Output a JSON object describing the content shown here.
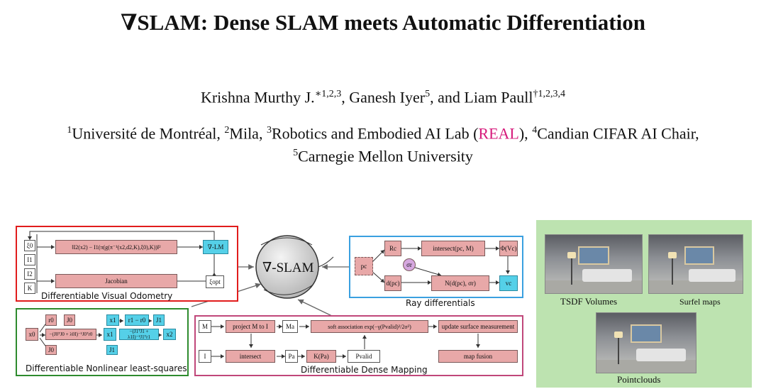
{
  "title": "∇SLAM: Dense SLAM meets Automatic Differentiation",
  "authors": {
    "a1_name": "Krishna Murthy J.",
    "a1_sup": "∗1,2,3",
    "sep1": ", Ganesh Iyer",
    "a2_sup": "5",
    "sep2": ", and Liam Paull",
    "a3_sup": "†1,2,3,4"
  },
  "affiliations": {
    "s1": "1",
    "t1": "Université de Montréal, ",
    "s2": "2",
    "t2": "Mila, ",
    "s3": "3",
    "t3": "Robotics and Embodied AI Lab (",
    "real": "REAL",
    "t3b": "), ",
    "s4": "4",
    "t4": "Candian CIFAR AI Chair,",
    "s5": "5",
    "t5": "Carnegie Mellon University"
  },
  "figure": {
    "center_label": "∇-SLAM",
    "vo": {
      "caption": "Differentiable Visual Odometry",
      "inputs": [
        "ξ0",
        "I1",
        "I2",
        "K"
      ],
      "loss": "‖I2(x2) − I1(π(g(π⁻¹(x2,d2,K),ξ0),K))‖²",
      "lm": "∇-LM",
      "jacobian": "Jacobian",
      "out": "ξopt"
    },
    "ray": {
      "caption": "Ray differentials",
      "pc": "pc",
      "rc": "Rc",
      "intersect": "intersect(pc, M)",
      "phi": "Φ(Vc)",
      "sigma": "σr",
      "dpc": "d(pc)",
      "normal": "N(d(pc), σr)",
      "vc": "vc"
    },
    "nls": {
      "caption": "Differentiable Nonlinear least-squares",
      "x0": "x0",
      "r0": "r0",
      "j0": "J0",
      "solve": "−(J0ᵀJ0 + λ0I)⁻¹J0ᵀr0",
      "x1": "x1",
      "r1": "r1 − r0",
      "j1": "J1",
      "solve2": "−(J1ᵀJ1 + λ1I)⁻¹J1ᵀr1",
      "x2": "x2",
      "x2b": "x2"
    },
    "mapping": {
      "caption": "Differentiable Dense Mapping",
      "M": "M",
      "I": "I",
      "project": "project M to I",
      "intersect": "intersect",
      "Ma": "Ma",
      "Pa": "Pa",
      "KPa": "K(Pa)",
      "Pvalid": "Pvalid",
      "soft": "soft association exp(−γ(Pvalid)²/2σ²)",
      "update": "update surface measurement",
      "fusion": "map fusion"
    },
    "maps": {
      "tsdf": "TSDF Volumes",
      "surfel": "Surfel maps",
      "pointclouds": "Pointclouds"
    },
    "colors": {
      "red": "#e11c1c",
      "blue": "#3aa0e0",
      "green": "#2e8b2e",
      "pink_box": "#c0477a",
      "node_pink": "#e8a8a8",
      "node_cyan": "#55d0e8",
      "panel_green": "#bde3b0",
      "real": "#d6187a"
    }
  }
}
